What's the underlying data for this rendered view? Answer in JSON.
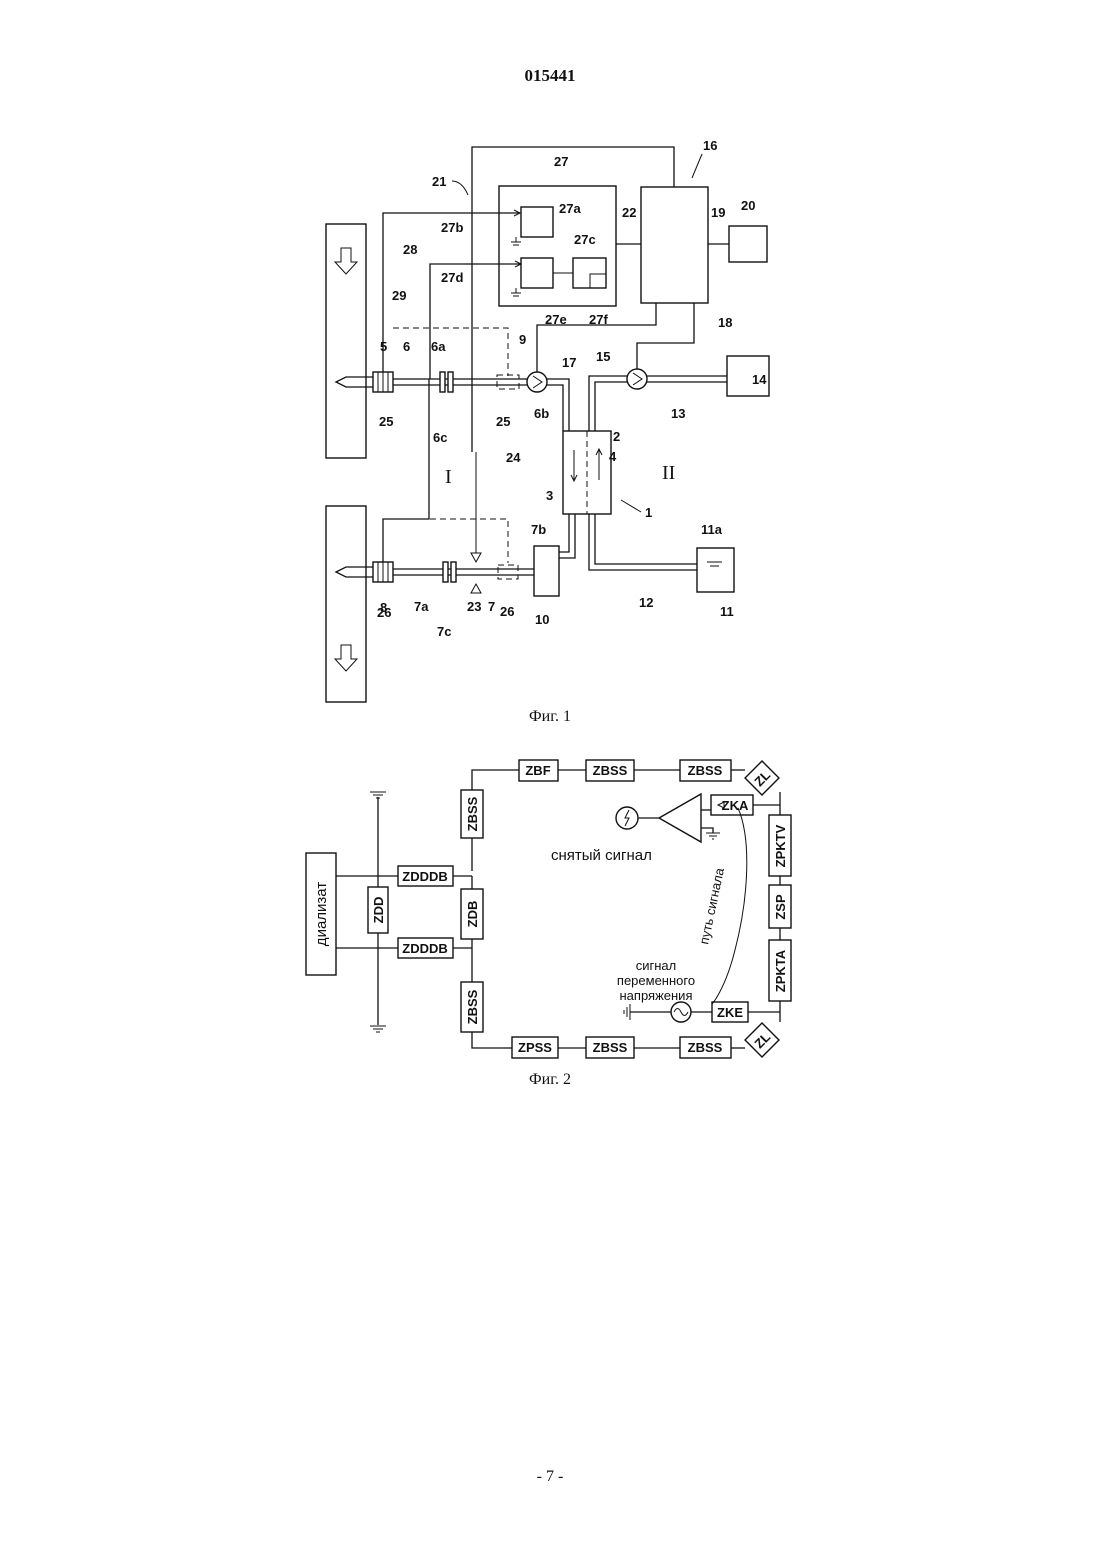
{
  "document": {
    "number": "015441",
    "page_number": "- 7 -"
  },
  "figure1": {
    "caption": "Фиг. 1",
    "labels": {
      "l1": "1",
      "l2": "2",
      "l3": "3",
      "l4": "4",
      "l5": "5",
      "l6": "6",
      "l6a": "6a",
      "l6b": "6b",
      "l6c": "6c",
      "l7": "7",
      "l7a": "7a",
      "l7b": "7b",
      "l7c": "7c",
      "l8": "8",
      "l9": "9",
      "l10": "10",
      "l11": "11",
      "l11a": "11a",
      "l12": "12",
      "l13": "13",
      "l14": "14",
      "l15": "15",
      "l16": "16",
      "l17": "17",
      "l18": "18",
      "l19": "19",
      "l20": "20",
      "l21": "21",
      "l22": "22",
      "l23": "23",
      "l24": "24",
      "l25a": "25",
      "l25b": "25",
      "l26a": "26",
      "l26b": "26",
      "l27": "27",
      "l27a": "27a",
      "l27b": "27b",
      "l27c": "27c",
      "l27d": "27d",
      "l27e": "27e",
      "l27f": "27f",
      "l28": "28",
      "l29": "29"
    },
    "region_I": "I",
    "region_II": "II"
  },
  "figure2": {
    "caption": "Фиг. 2",
    "dialysate": "диализат",
    "picked_signal": "снятый сигнал",
    "signal_path": "путь сигнала",
    "ac_signal_1": "сигнал",
    "ac_signal_2": "переменного",
    "ac_signal_3": "напряжения",
    "blocks": {
      "zbf": "ZBF",
      "zbss_top1": "ZBSS",
      "zbss_top2": "ZBSS",
      "zl_top": "ZL",
      "zka": "ZKA",
      "zpktv": "ZPKTV",
      "zsp": "ZSP",
      "zpkta": "ZPKTA",
      "zke": "ZKE",
      "zl_bottom": "ZL",
      "zbss_bot2": "ZBSS",
      "zbss_bot1": "ZBSS",
      "zpss": "ZPSS",
      "zbss_left_top": "ZBSS",
      "zdb": "ZDB",
      "zbss_left_bot": "ZBSS",
      "zdddb_top": "ZDDDB",
      "zdddb_bot": "ZDDDB",
      "zdd": "ZDD"
    }
  }
}
